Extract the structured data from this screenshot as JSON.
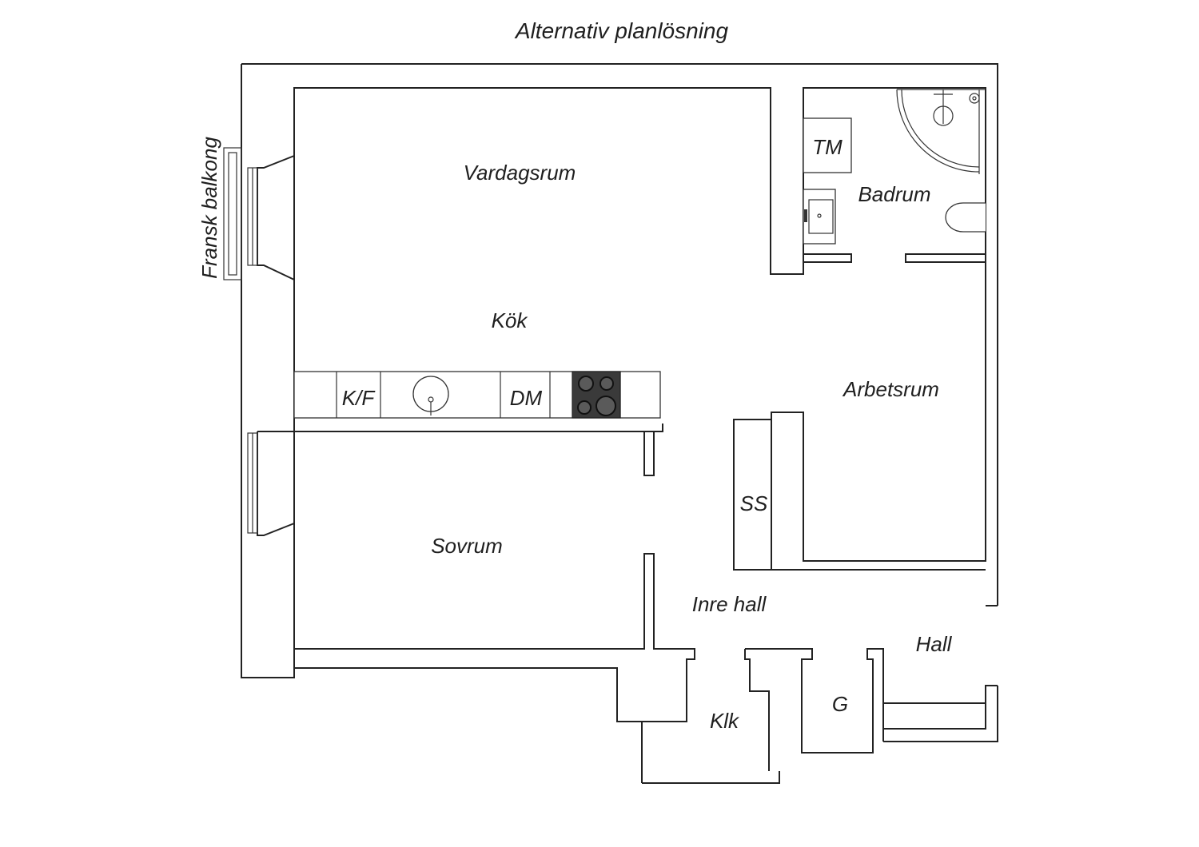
{
  "title": "Alternativ planlösning",
  "rooms": {
    "vardagsrum": "Vardagsrum",
    "kok": "Kök",
    "badrum": "Badrum",
    "arbetsrum": "Arbetsrum",
    "sovrum": "Sovrum",
    "inre_hall": "Inre hall",
    "hall": "Hall",
    "klk": "Klk",
    "g": "G"
  },
  "fixtures": {
    "tm": "TM",
    "kf": "K/F",
    "dm": "DM",
    "ss": "SS"
  },
  "balcony": "Fransk balkong"
}
